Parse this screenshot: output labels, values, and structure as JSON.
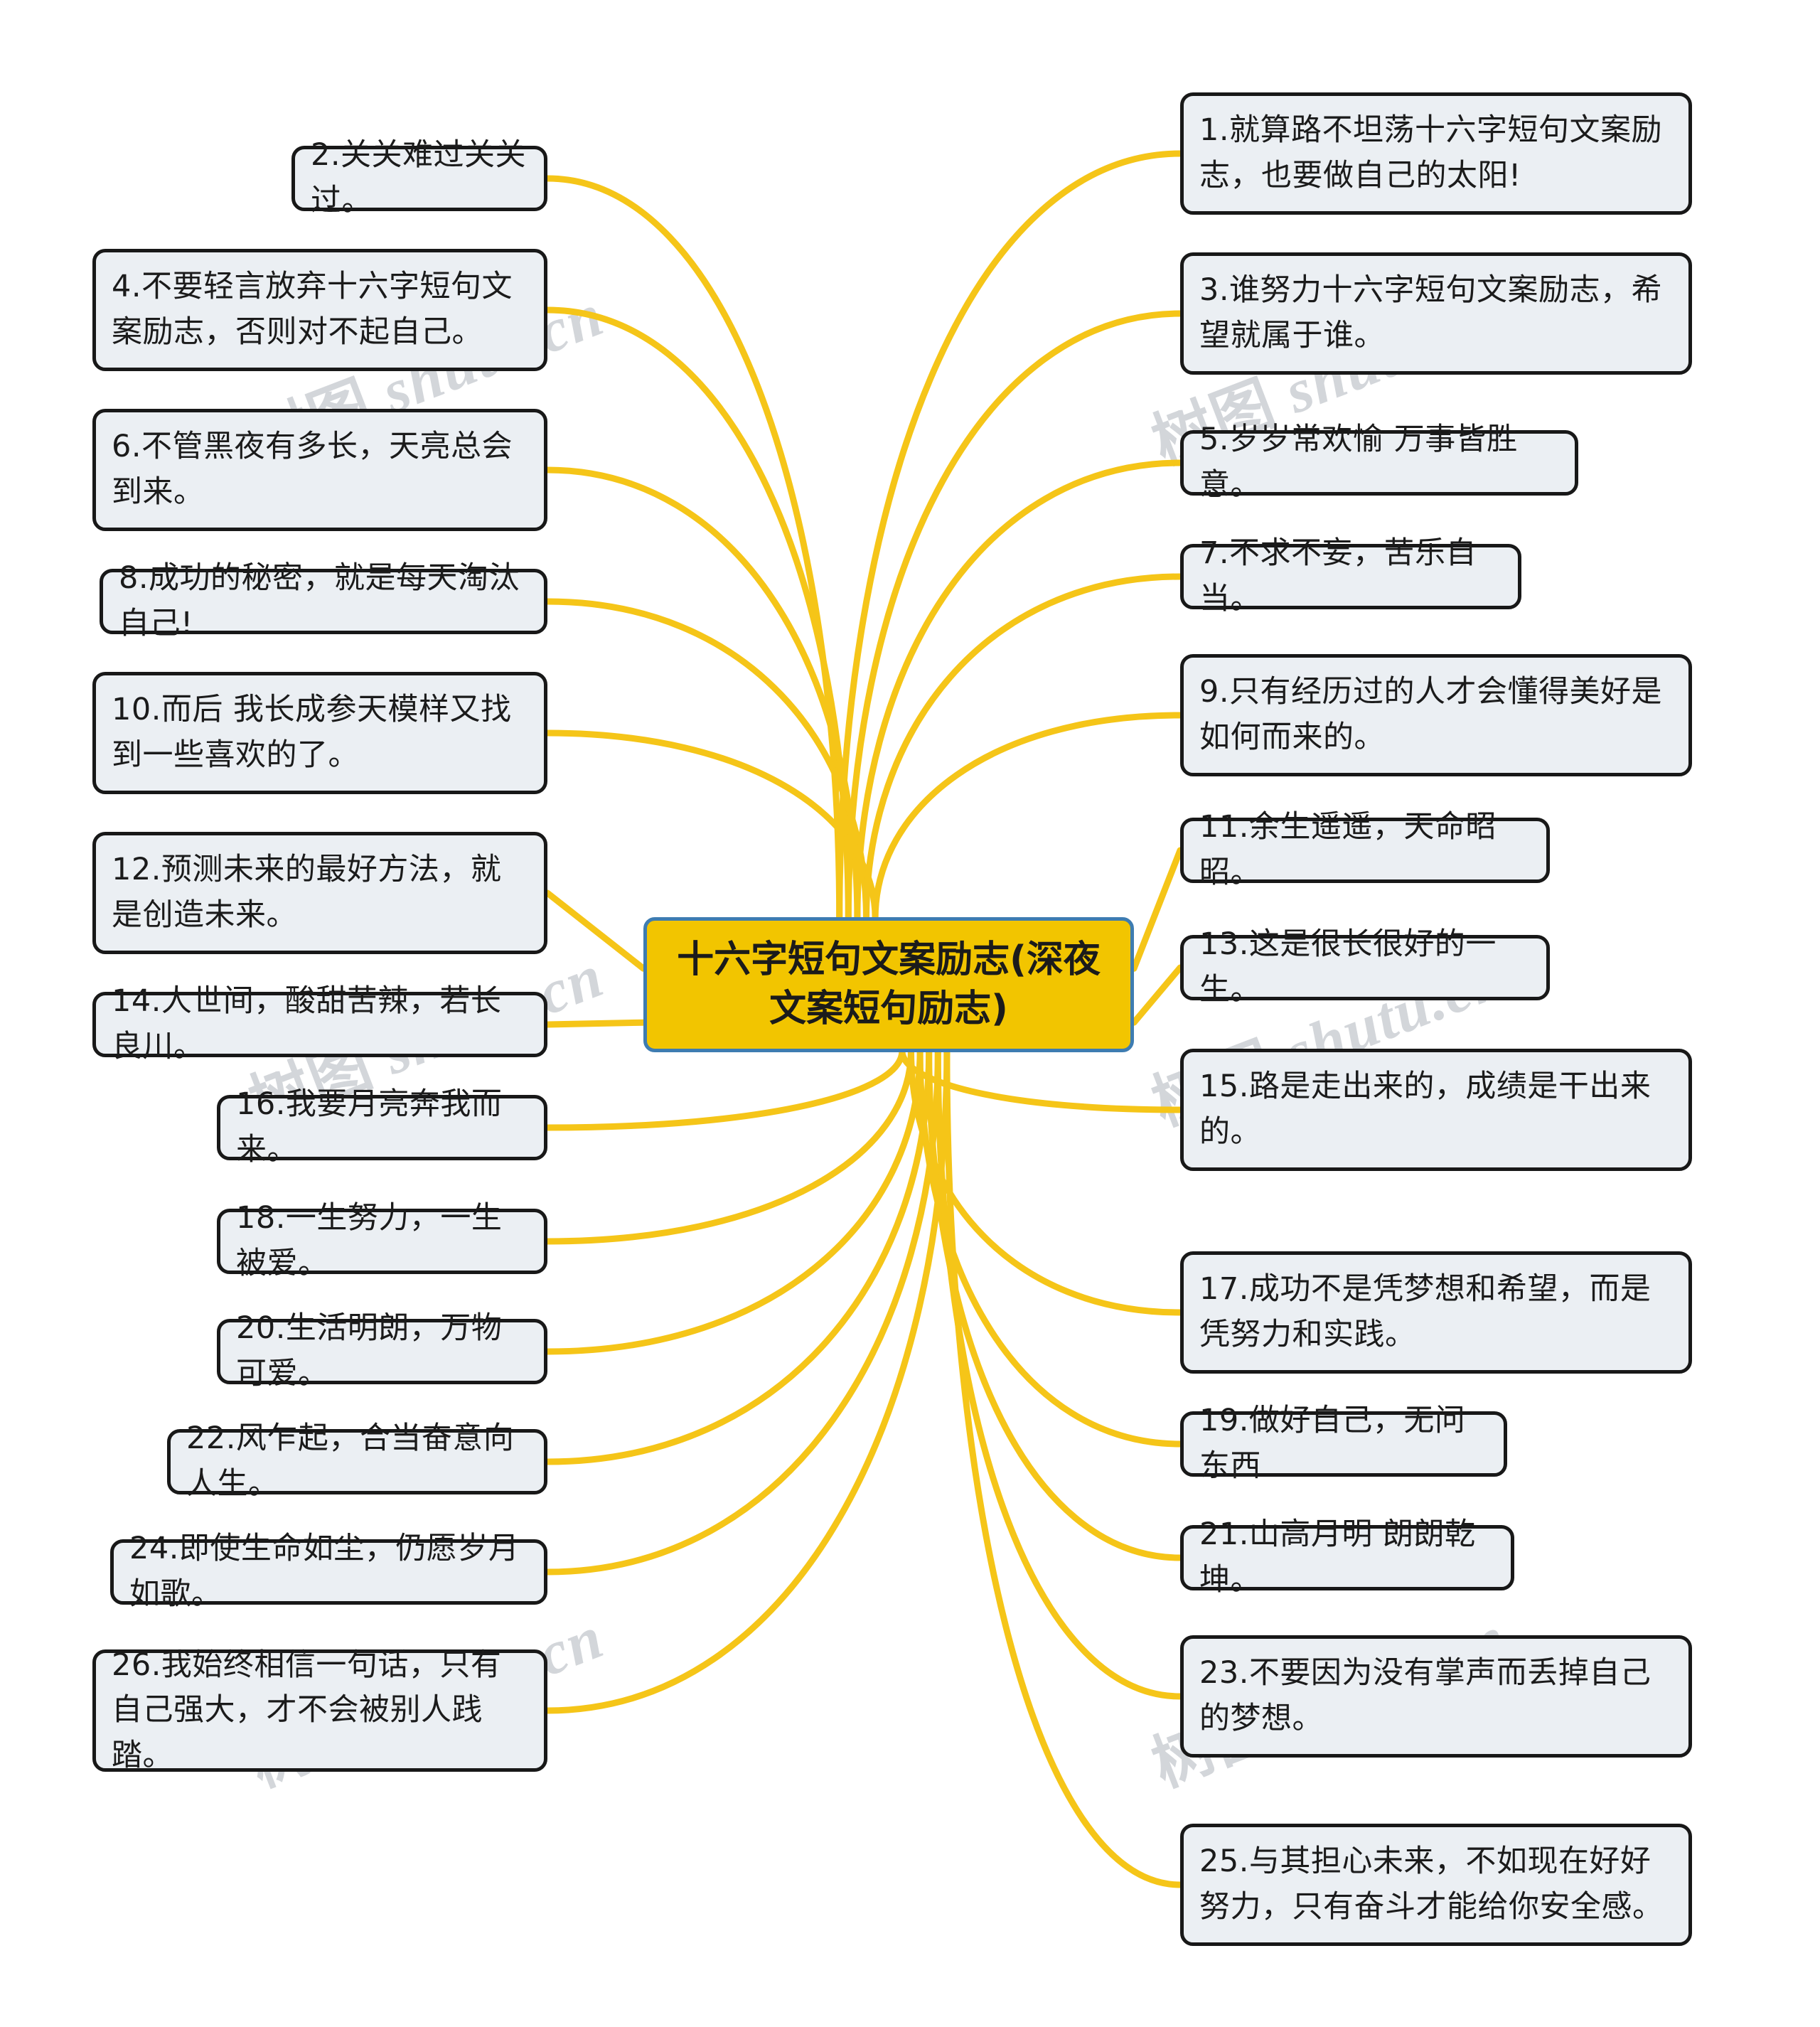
{
  "diagram": {
    "type": "mind-map",
    "title": "十六字短句文案励志(深夜文案短句励志)",
    "root": {
      "label": "十六字短句文案励志(深夜文案短句励志)",
      "fill_color": "#F2C500",
      "border_color": "#3E7CB1",
      "text_color": "#1b1b1b"
    },
    "style": {
      "branch_color": "#F5C518",
      "leaf_fill": "#EBEFF3",
      "leaf_border": "#181818",
      "background": "#ffffff"
    },
    "watermark": {
      "cn": "树图",
      "en": "shutu.cn",
      "color": "#d3d6da"
    },
    "left_branches": [
      {
        "label": "2.关关难过关关过。"
      },
      {
        "label": "4.不要轻言放弃十六字短句文案励志，否则对不起自己。"
      },
      {
        "label": "6.不管黑夜有多长，天亮总会到来。"
      },
      {
        "label": "8.成功的秘密，就是每天淘汰自己!"
      },
      {
        "label": "10.而后 我长成参天模样又找到一些喜欢的了。"
      },
      {
        "label": "12.预测未来的最好方法，就是创造未来。"
      },
      {
        "label": "14.人世间，酸甜苦辣，若长良川。"
      },
      {
        "label": "16.我要月亮奔我而来。"
      },
      {
        "label": "18.一生努力，一生被爱。"
      },
      {
        "label": "20.生活明朗，万物可爱。"
      },
      {
        "label": "22.风乍起，合当奋意向人生。"
      },
      {
        "label": "24.即使生命如尘，仍愿岁月如歌。"
      },
      {
        "label": "26.我始终相信一句话，只有自己强大，才不会被别人践踏。"
      }
    ],
    "right_branches": [
      {
        "label": "1.就算路不坦荡十六字短句文案励志，也要做自己的太阳!"
      },
      {
        "label": "3.谁努力十六字短句文案励志，希望就属于谁。"
      },
      {
        "label": "5.岁岁常欢愉 万事皆胜意。"
      },
      {
        "label": "7.不求不妄，苦乐自当。"
      },
      {
        "label": "9.只有经历过的人才会懂得美好是如何而来的。"
      },
      {
        "label": "11.余生遥遥，天命昭昭。"
      },
      {
        "label": "13.这是很长很好的一生。"
      },
      {
        "label": "15.路是走出来的，成绩是干出来的。"
      },
      {
        "label": "17.成功不是凭梦想和希望，而是凭努力和实践。"
      },
      {
        "label": "19.做好自己，无问东西"
      },
      {
        "label": "21.山高月明 朗朗乾坤。"
      },
      {
        "label": "23.不要因为没有掌声而丢掉自己的梦想。"
      },
      {
        "label": "25.与其担心未来，不如现在好好努力，只有奋斗才能给你安全感。"
      }
    ]
  }
}
